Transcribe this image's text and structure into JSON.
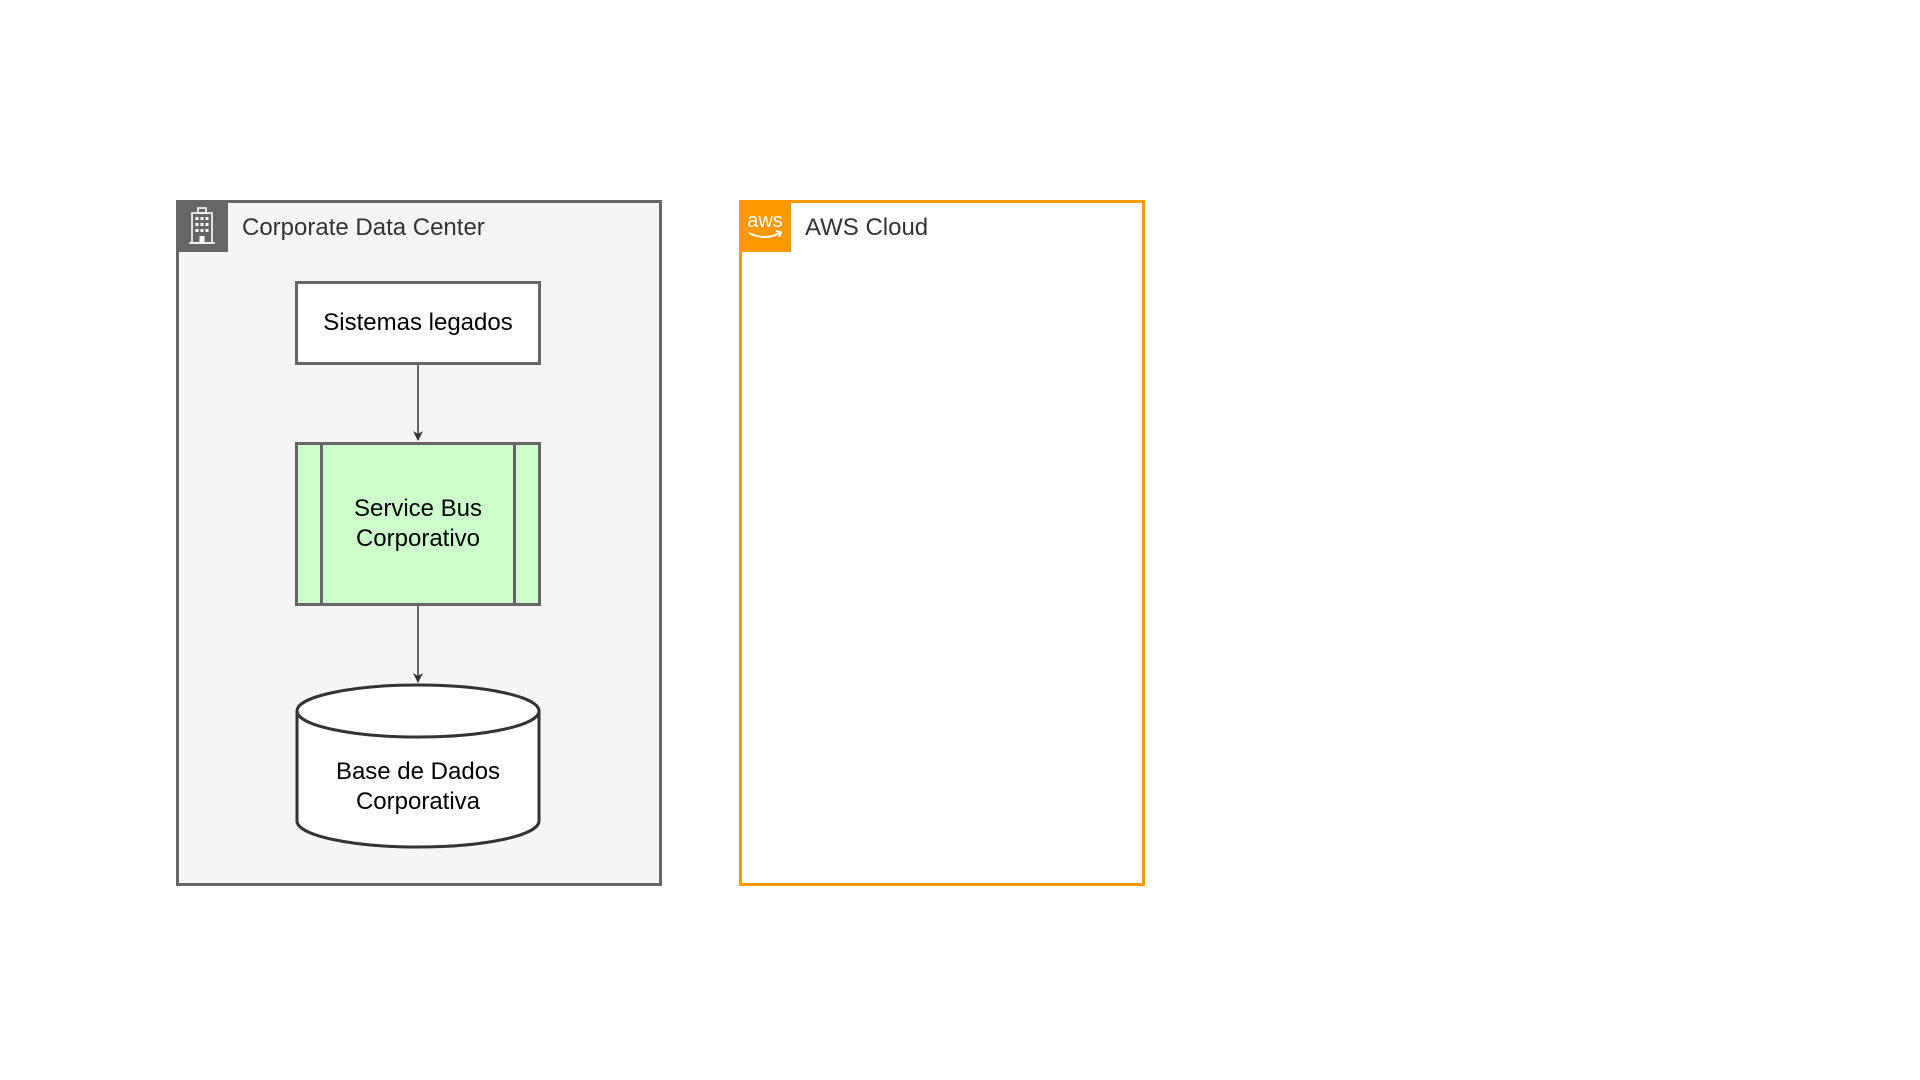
{
  "groups": {
    "corporate": {
      "title": "Corporate Data Center",
      "icon": "building-icon",
      "border_color": "#666666",
      "fill_color": "#f5f5f5"
    },
    "aws": {
      "title": "AWS Cloud",
      "icon": "aws-logo-icon",
      "logo_text": "aws",
      "border_color": "#ff9900",
      "fill_color": "#ffffff"
    }
  },
  "nodes": {
    "legacy": {
      "label": "Sistemas legados"
    },
    "service_bus": {
      "label": "Service Bus\nCorporativo",
      "fill_color": "#ccffcc"
    },
    "database": {
      "label": "Base de Dados\nCorporativa"
    }
  },
  "edges": [
    {
      "from": "Sistemas legados",
      "to": "Service Bus Corporativo"
    },
    {
      "from": "Service Bus Corporativo",
      "to": "Base de Dados Corporativa"
    }
  ]
}
